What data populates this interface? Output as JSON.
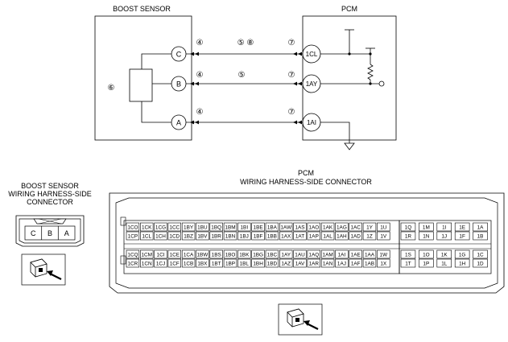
{
  "schematic": {
    "boost_sensor_title": "BOOST SENSOR",
    "pcm_title": "PCM",
    "sensor_element_callout": "⑥",
    "sensor_pins": [
      "C",
      "B",
      "A"
    ],
    "pcm_pins": [
      "1CL",
      "1AY",
      "1AI"
    ],
    "wires": [
      {
        "sensor_pin": "C",
        "pcm_pin": "1CL",
        "left_callout": "④",
        "mid_callout": "⑤ ⑧",
        "right_callout": "⑦"
      },
      {
        "sensor_pin": "B",
        "pcm_pin": "1AY",
        "left_callout": "④",
        "mid_callout": "⑤",
        "right_callout": "⑦"
      },
      {
        "sensor_pin": "A",
        "pcm_pin": "1AI",
        "left_callout": "④",
        "mid_callout": "",
        "right_callout": "⑦"
      }
    ]
  },
  "sensor_connector": {
    "title_lines": [
      "BOOST SENSOR",
      "WIRING HARNESS-SIDE",
      "CONNECTOR"
    ],
    "pins": [
      "C",
      "B",
      "A"
    ]
  },
  "pcm_connector": {
    "title_lines": [
      "PCM",
      "WIRING HARNESS-SIDE CONNECTOR"
    ],
    "left_block": {
      "rows": [
        [
          "1CO",
          "1CK",
          "1CG",
          "1CC",
          "1BY",
          "1BU",
          "1BQ",
          "1BM",
          "1BI",
          "1BE",
          "1BA",
          "1AW",
          "1AS",
          "1AO",
          "1AK",
          "1AG",
          "1AC",
          "1Y",
          "1U"
        ],
        [
          "1CP",
          "1CL",
          "1CH",
          "1CD",
          "1BZ",
          "1BV",
          "1BR",
          "1BN",
          "1BJ",
          "1BF",
          "1BB",
          "1AX",
          "1AT",
          "1AP",
          "1AL",
          "1AH",
          "1AD",
          "1Z",
          "1V"
        ],
        [
          "1CQ",
          "1CM",
          "1CI",
          "1CE",
          "1CA",
          "1BW",
          "1BS",
          "1BO",
          "1BK",
          "1BG",
          "1BC",
          "1AY",
          "1AU",
          "1AQ",
          "1AM",
          "1AI",
          "1AE",
          "1AA",
          "1W"
        ],
        [
          "1CR",
          "1CN",
          "1CJ",
          "1CF",
          "1CB",
          "1BX",
          "1BT",
          "1BP",
          "1BL",
          "1BH",
          "1BD",
          "1AZ",
          "1AV",
          "1AR",
          "1AN",
          "1AJ",
          "1AF",
          "1AB",
          "1X"
        ]
      ]
    },
    "right_block": {
      "rows": [
        [
          "1Q",
          "1M",
          "1I",
          "1E",
          "1A"
        ],
        [
          "1R",
          "1N",
          "1J",
          "1F",
          "1B"
        ],
        [
          "1S",
          "1O",
          "1K",
          "1G",
          "1C"
        ],
        [
          "1T",
          "1P",
          "1L",
          "1H",
          "1D"
        ]
      ]
    }
  }
}
